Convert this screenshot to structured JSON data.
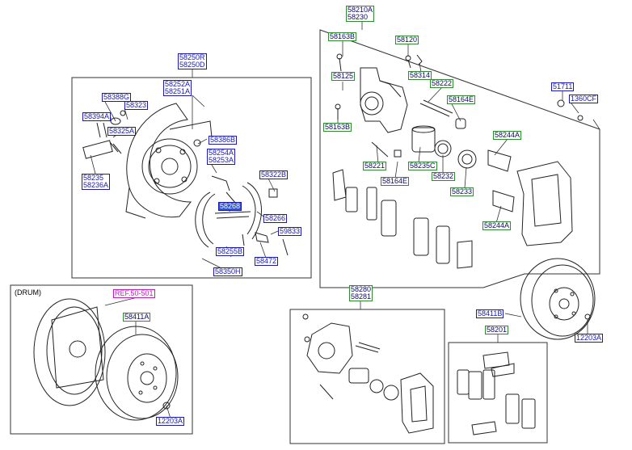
{
  "diagram": {
    "section_label": "(DRUM)",
    "labels": [
      {
        "id": "l1",
        "lines": [
          "58250R",
          "58250D"
        ],
        "style": "blue"
      },
      {
        "id": "l2",
        "lines": [
          "58252A",
          "58251A"
        ],
        "style": "blue"
      },
      {
        "id": "l3",
        "lines": [
          "58388G"
        ],
        "style": "blue"
      },
      {
        "id": "l4",
        "lines": [
          "58323"
        ],
        "style": "blue"
      },
      {
        "id": "l5",
        "lines": [
          "58394A"
        ],
        "style": "blue"
      },
      {
        "id": "l6",
        "lines": [
          "58325A"
        ],
        "style": "blue"
      },
      {
        "id": "l7",
        "lines": [
          "58386B"
        ],
        "style": "blue"
      },
      {
        "id": "l8",
        "lines": [
          "58254A",
          "58253A"
        ],
        "style": "blue"
      },
      {
        "id": "l9",
        "lines": [
          "58235",
          "58236A"
        ],
        "style": "blue"
      },
      {
        "id": "l10",
        "lines": [
          "58322B"
        ],
        "style": "blue"
      },
      {
        "id": "l11",
        "lines": [
          "58268"
        ],
        "style": "sel"
      },
      {
        "id": "l12",
        "lines": [
          "58266"
        ],
        "style": "blue"
      },
      {
        "id": "l13",
        "lines": [
          "59833"
        ],
        "style": "blue"
      },
      {
        "id": "l14",
        "lines": [
          "58255B"
        ],
        "style": "blue"
      },
      {
        "id": "l15",
        "lines": [
          "58472"
        ],
        "style": "blue"
      },
      {
        "id": "l16",
        "lines": [
          "58350H"
        ],
        "style": "blue"
      },
      {
        "id": "l17",
        "lines": [
          "58210A",
          "58230"
        ],
        "style": "green"
      },
      {
        "id": "l18",
        "lines": [
          "58163B"
        ],
        "style": "green"
      },
      {
        "id": "l19",
        "lines": [
          "58120"
        ],
        "style": "green"
      },
      {
        "id": "l20",
        "lines": [
          "58314"
        ],
        "style": "green"
      },
      {
        "id": "l21",
        "lines": [
          "58125"
        ],
        "style": "green"
      },
      {
        "id": "l22",
        "lines": [
          "58222"
        ],
        "style": "green"
      },
      {
        "id": "l23",
        "lines": [
          "58164E"
        ],
        "style": "green"
      },
      {
        "id": "l24",
        "lines": [
          "51711"
        ],
        "style": "blue"
      },
      {
        "id": "l25",
        "lines": [
          "1360CF"
        ],
        "style": "blue"
      },
      {
        "id": "l26",
        "lines": [
          "58163B"
        ],
        "style": "green"
      },
      {
        "id": "l27",
        "lines": [
          "58244A"
        ],
        "style": "green"
      },
      {
        "id": "l28",
        "lines": [
          "58221"
        ],
        "style": "green"
      },
      {
        "id": "l29",
        "lines": [
          "58235C"
        ],
        "style": "green"
      },
      {
        "id": "l30",
        "lines": [
          "58232"
        ],
        "style": "green"
      },
      {
        "id": "l31",
        "lines": [
          "58233"
        ],
        "style": "green"
      },
      {
        "id": "l32",
        "lines": [
          "58164E"
        ],
        "style": "green"
      },
      {
        "id": "l33",
        "lines": [
          "58244A"
        ],
        "style": "green"
      },
      {
        "id": "l34",
        "lines": [
          "REF.50-501"
        ],
        "style": "pink"
      },
      {
        "id": "l35",
        "lines": [
          "58411A"
        ],
        "style": "green"
      },
      {
        "id": "l36",
        "lines": [
          "12203A"
        ],
        "style": "blue"
      },
      {
        "id": "l37",
        "lines": [
          "58280",
          "58281"
        ],
        "style": "green"
      },
      {
        "id": "l38",
        "lines": [
          "58411B"
        ],
        "style": "blue"
      },
      {
        "id": "l39",
        "lines": [
          "12203A"
        ],
        "style": "blue"
      },
      {
        "id": "l40",
        "lines": [
          "58201"
        ],
        "style": "green"
      }
    ]
  }
}
